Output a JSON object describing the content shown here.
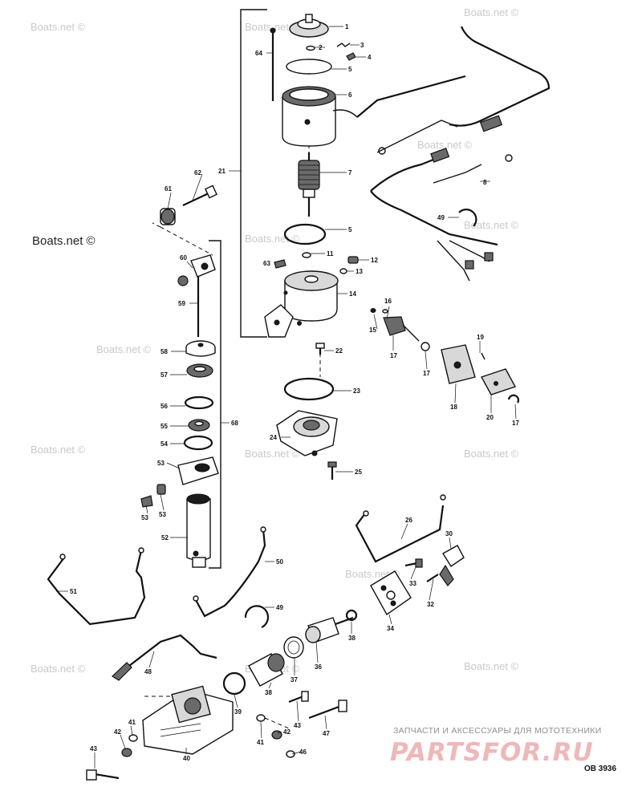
{
  "watermarks": [
    "Boats.net ©",
    "Boats.net ©",
    "Boats.net ©",
    "Boats.net ©",
    "Boats.net ©",
    "Boats.net ©",
    "Boats.net ©",
    "Boats.net ©",
    "Boats.net ©",
    "Boats.net ©",
    "Boats.net ©",
    "Boats.net ©",
    "Boats.net ©",
    "Boats.net ©",
    "Boats.net ©"
  ],
  "brand": {
    "caption": "ЗАПЧАСТИ И АКСЕССУАРЫ ДЛЯ МОТОТЕХНИКИ",
    "logo": "PARTSFOR.RU"
  },
  "drawing_code": "OB 3936",
  "callouts": {
    "c1": "1",
    "c2": "2",
    "c3": "3",
    "c4": "4",
    "c5a": "5",
    "c5b": "5",
    "c6": "6",
    "c7": "7",
    "c8": "8",
    "c11": "11",
    "c12": "12",
    "c13": "13",
    "c14": "14",
    "c15": "15",
    "c16": "16",
    "c17a": "17",
    "c17b": "17",
    "c17c": "17",
    "c18": "18",
    "c19": "19",
    "c20": "20",
    "c21": "21",
    "c22": "22",
    "c23": "23",
    "c24": "24",
    "c25": "25",
    "c26": "26",
    "c30": "30",
    "c32": "32",
    "c33": "33",
    "c34": "34",
    "c36": "36",
    "c37": "37",
    "c38a": "38",
    "c38b": "38",
    "c39": "39",
    "c40": "40",
    "c41a": "41",
    "c41b": "41",
    "c42a": "42",
    "c42b": "42",
    "c43a": "43",
    "c43b": "43",
    "c46": "46",
    "c47": "47",
    "c48": "48",
    "c49a": "49",
    "c49b": "49",
    "c50": "50",
    "c51": "51",
    "c52": "52",
    "c53a": "53",
    "c53b": "53",
    "c53c": "53",
    "c54": "54",
    "c55": "55",
    "c56": "56",
    "c57": "57",
    "c58": "58",
    "c59": "59",
    "c60": "60",
    "c61": "61",
    "c62": "62",
    "c63": "63",
    "c64": "64",
    "c68": "68"
  }
}
